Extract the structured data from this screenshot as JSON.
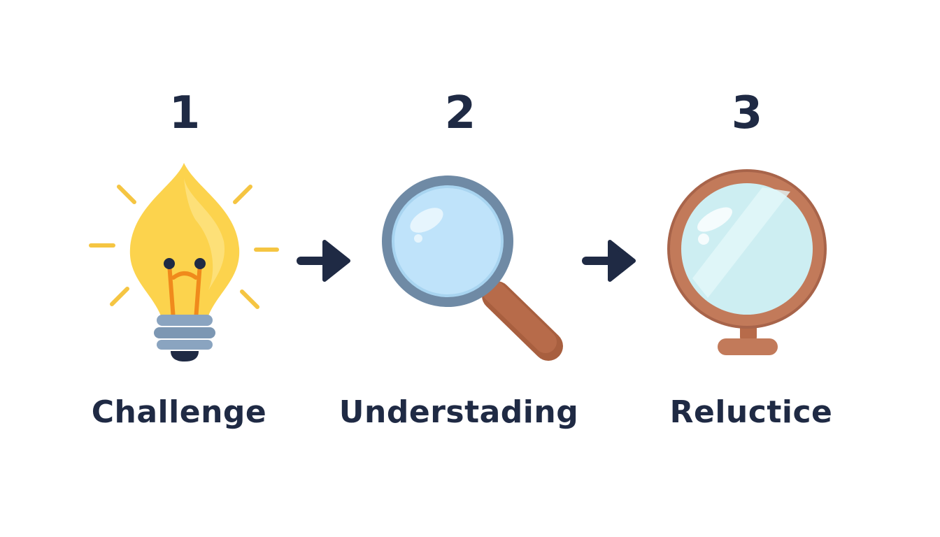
{
  "steps": [
    {
      "number": "1",
      "label": "Challenge",
      "icon": "lightbulb-icon"
    },
    {
      "number": "2",
      "label": "Understading",
      "icon": "magnifying-glass-icon"
    },
    {
      "number": "3",
      "label": "Reluctice",
      "icon": "mirror-icon"
    }
  ],
  "colors": {
    "text": "#1f2a44",
    "bulb": "#fcd34d",
    "bulb_rays": "#f5c542",
    "filament": "#f08a1c",
    "bulb_base": "#8aa4c0",
    "lens": "#bfe3fa",
    "lens_rim": "#6f8aa5",
    "handle": "#b76b4a",
    "mirror_frame": "#c27a5a",
    "mirror_glass": "#cdeef2"
  }
}
